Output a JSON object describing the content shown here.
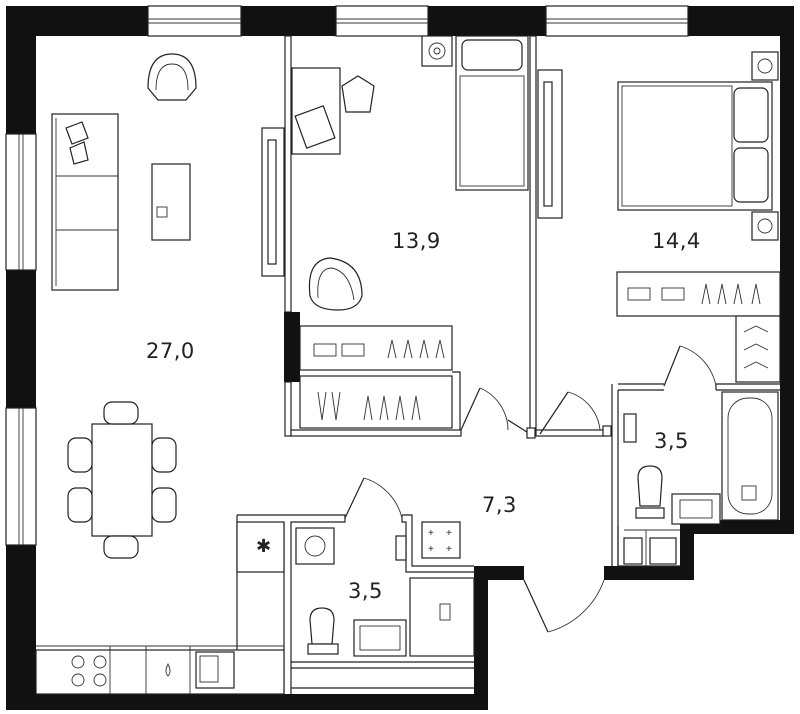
{
  "plan": {
    "rooms": [
      {
        "id": "living",
        "area": "27,0"
      },
      {
        "id": "bedroom-small",
        "area": "13,9"
      },
      {
        "id": "bedroom-master",
        "area": "14,4"
      },
      {
        "id": "hall",
        "area": "7,3"
      },
      {
        "id": "bathroom-right",
        "area": "3,5"
      },
      {
        "id": "bathroom-left",
        "area": "3,5"
      }
    ],
    "colors": {
      "wall": "#111111",
      "line": "#222222",
      "background": "#ffffff"
    }
  }
}
